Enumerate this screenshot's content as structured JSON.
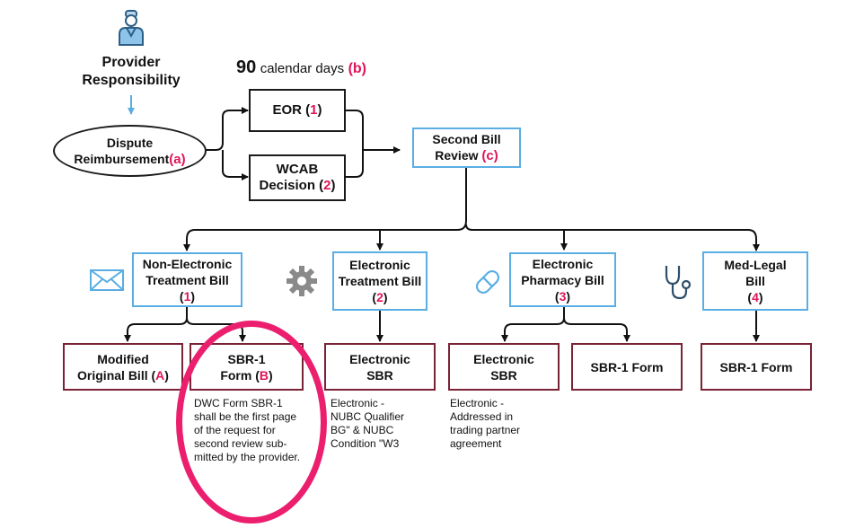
{
  "provider": {
    "line1": "Provider",
    "line2": "Responsibility"
  },
  "deadline": {
    "number": "90",
    "text": "calendar days",
    "ref": "(b)"
  },
  "dispute": {
    "line1": "Dispute",
    "line2": "Reimbursement",
    "ref": "(a)"
  },
  "eor": {
    "label": "EOR (",
    "ref": "1",
    "close": ")"
  },
  "wcab": {
    "line1": "WCAB",
    "line2": "Decision (",
    "ref": "2",
    "close": ")"
  },
  "second_review": {
    "line1": "Second Bill",
    "line2": "Review",
    "ref": "(c)"
  },
  "bill_types": [
    {
      "line1": "Non-Electronic",
      "line2": "Treatment Bill",
      "open": "(",
      "ref": "1",
      "close": ")"
    },
    {
      "line1": "Electronic",
      "line2": "Treatment Bill",
      "open": "(",
      "ref": "2",
      "close": ")"
    },
    {
      "line1": "Electronic",
      "line2": "Pharmacy Bill",
      "open": "(",
      "ref": "3",
      "close": ")"
    },
    {
      "line1": "Med-Legal",
      "line2": "Bill",
      "open": "(",
      "ref": "4",
      "close": ")"
    }
  ],
  "modified_bill": {
    "line1": "Modified",
    "line2": "Original Bill (",
    "ref": "A",
    "close": ")"
  },
  "sbr1_form_b": {
    "line1": "SBR-1",
    "line2": "Form (",
    "ref": "B",
    "close": ")"
  },
  "electronic_sbr_2": {
    "line1": "Electronic",
    "line2": "SBR"
  },
  "electronic_sbr_3": {
    "line1": "Electronic",
    "line2": "SBR"
  },
  "sbr1_form_3": "SBR-1 Form",
  "sbr1_form_4": "SBR-1 Form",
  "notes": {
    "sbr1": [
      "DWC Form SBR-1",
      "shall be the first page",
      "of the request for",
      "second review sub-",
      "mitted by the provider."
    ],
    "electronic_treatment": [
      "Electronic -",
      "NUBC Qualifier",
      "BG\" & NUBC",
      "Condition \"W3"
    ],
    "electronic_pharmacy": [
      "Electronic -",
      "Addressed in",
      "trading partner",
      "agreement"
    ]
  },
  "icons": [
    "provider-icon",
    "envelope-icon",
    "gear-icon",
    "pill-icon",
    "stethoscope-icon"
  ],
  "colors": {
    "reference": "#e0145a",
    "blue_border": "#5aaee3",
    "maroon_border": "#7a2236",
    "highlight": "#ec1f6e"
  }
}
